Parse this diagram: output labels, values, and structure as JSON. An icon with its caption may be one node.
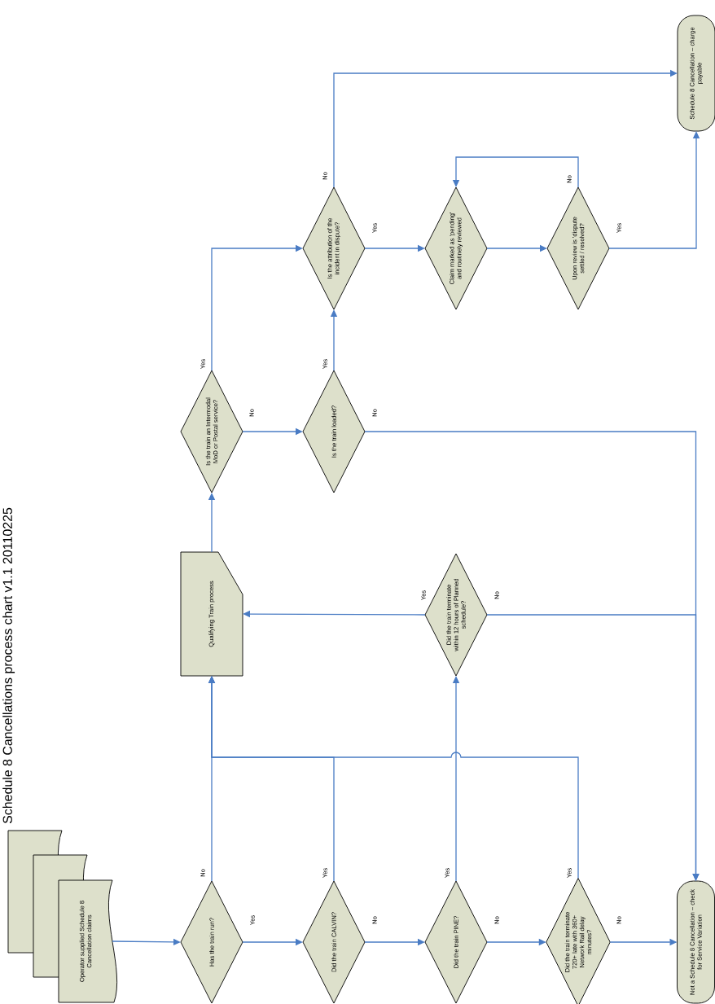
{
  "diagram": {
    "title": "Schedule 8 Cancellations process chart v1.1 20110225",
    "nodes": [
      {
        "text": [
          "Operator supplied Schedule 8 Cancellation claims"
        ]
      },
      {
        "text": [
          "Has the train run?"
        ]
      },
      {
        "text": [
          "Did the train CALVIN?"
        ]
      },
      {
        "text": [
          "Did the train PINE?"
        ]
      },
      {
        "text": [
          "Did the train terminate 720+ late with 360+ Network Rail delay minutes?"
        ]
      },
      {
        "text": [
          "Not a Schedule 8 Cancellation – check for Service Variation"
        ]
      },
      {
        "text": [
          "Qualifying Train process"
        ]
      },
      {
        "text": [
          "Did the train terminate within 12 hours of Planned schedule?"
        ]
      },
      {
        "text": [
          "Is the train an Intermodal MoD or Postal service?"
        ]
      },
      {
        "text": [
          "Is the train loaded?"
        ]
      },
      {
        "text": [
          "Is the attribution of the incident in dispute?"
        ]
      },
      {
        "text": [
          "Claim marked as 'pending' and routinely reviewed"
        ]
      },
      {
        "text": [
          "Upon review is 'dispute settled / resolved?"
        ]
      },
      {
        "text": [
          "Schedule 8 Cancellation – charge payable"
        ]
      }
    ],
    "edges": [
      {
        "from": 0,
        "to": 1,
        "arrow": "to"
      },
      {
        "from": 1,
        "to": 2,
        "arrow": "to",
        "label": "Yes"
      },
      {
        "from": 1,
        "to": 6,
        "arrow": "to",
        "label": "No"
      },
      {
        "from": 2,
        "to": 6,
        "arrow": "to",
        "label": "Yes"
      },
      {
        "from": 2,
        "to": 3,
        "arrow": "to",
        "label": "No"
      },
      {
        "from": 3,
        "to": 4,
        "arrow": "to",
        "label": "No"
      },
      {
        "from": 3,
        "to": 7,
        "arrow": "to",
        "label": "Yes"
      },
      {
        "from": 4,
        "to": 5,
        "arrow": "to",
        "label": "No"
      },
      {
        "from": 4,
        "to": 6,
        "arrow": "to",
        "label": "Yes"
      },
      {
        "from": 7,
        "to": 6,
        "arrow": "to",
        "label": "Yes"
      },
      {
        "from": 7,
        "to": 5,
        "arrow": "to",
        "label": "No"
      },
      {
        "from": 6,
        "to": 8,
        "arrow": "to"
      },
      {
        "from": 8,
        "to": 9,
        "arrow": "to",
        "label": "No"
      },
      {
        "from": 8,
        "to": 10,
        "arrow": "to",
        "label": "Yes"
      },
      {
        "from": 9,
        "to": 10,
        "arrow": "to",
        "label": "Yes"
      },
      {
        "from": 9,
        "to": 5,
        "arrow": "to",
        "label": "No"
      },
      {
        "from": 10,
        "to": 11,
        "arrow": "to",
        "label": "Yes"
      },
      {
        "from": 10,
        "to": 13,
        "arrow": "to",
        "label": "No"
      },
      {
        "from": 11,
        "to": 12,
        "arrow": "to"
      },
      {
        "from": 12,
        "to": 11,
        "arrow": "to",
        "label": "No"
      },
      {
        "from": 12,
        "to": 13,
        "arrow": "to",
        "label": "Yes"
      }
    ]
  }
}
